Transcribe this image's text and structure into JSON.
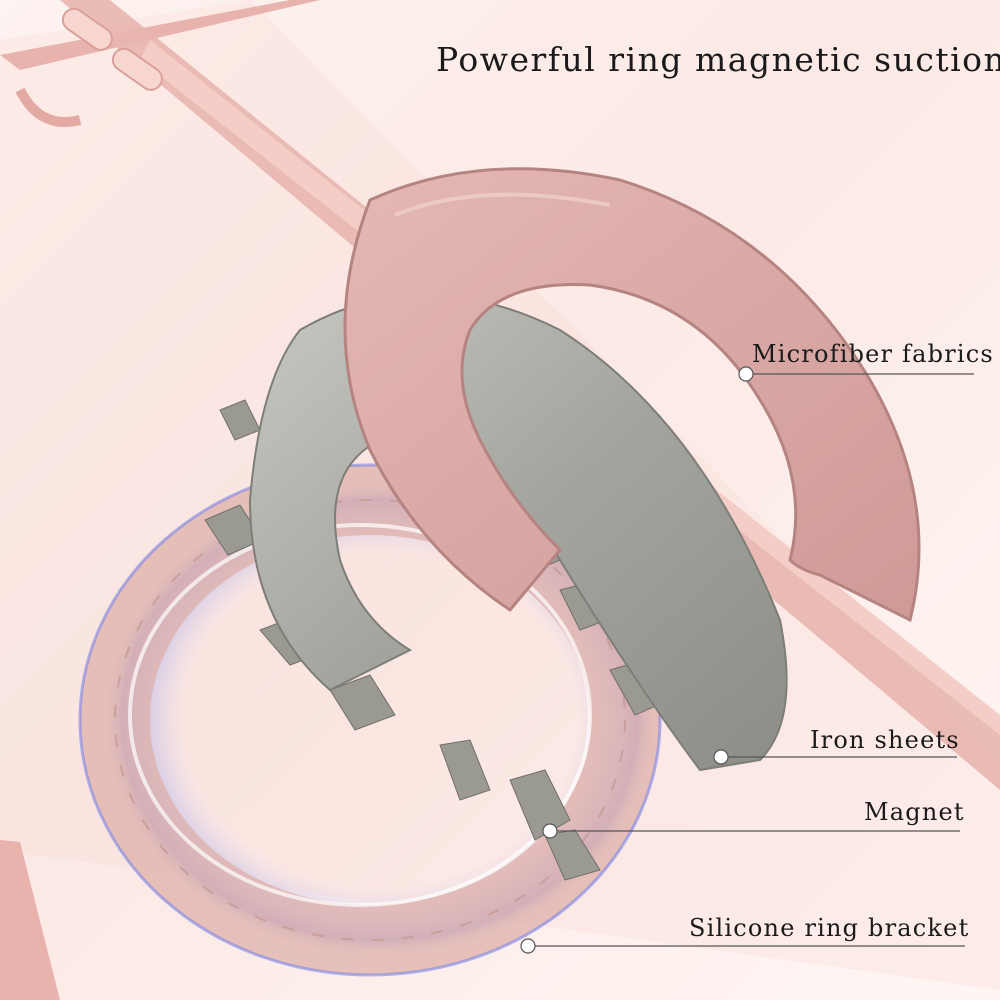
{
  "headline": "Powerful ring magnetic suction",
  "labels": {
    "microfiber": "Microfiber fabrics",
    "iron": "Iron sheets",
    "magnet": "Magnet",
    "silicone": "Silicone ring bracket"
  },
  "colors": {
    "case_pink": "#e7b3ac",
    "microfiber_pink": "#d9a5a3",
    "iron_gray": "#a9a9a3",
    "magnet_gray": "#8e8e86",
    "text": "#1a1a1a",
    "leader_line": "#555555"
  }
}
